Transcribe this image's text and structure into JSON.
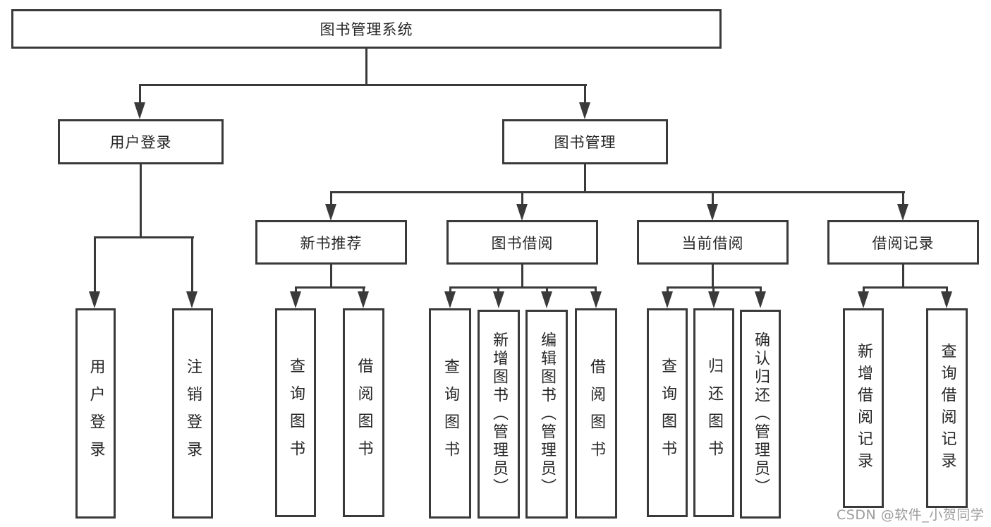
{
  "diagram": {
    "title": "图书管理系统",
    "nodes": {
      "root": "图书管理系统",
      "user_login": "用户登录",
      "book_management": "图书管理",
      "new_book_recommend": "新书推荐",
      "book_borrow": "图书借阅",
      "current_borrow": "当前借阅",
      "borrow_records": "借阅记录"
    },
    "leaves": {
      "user_login_group": [
        "用户登录",
        "注销登录"
      ],
      "new_book_group": [
        "查询图书",
        "借阅图书"
      ],
      "book_borrow_group": [
        "查询图书",
        "新增图书（管理员）",
        "编辑图书（管理员）",
        "借阅图书"
      ],
      "current_borrow_group": [
        "查询图书",
        "归还图书",
        "确认归还（管理员）"
      ],
      "records_group": [
        "新增借阅记录",
        "查询借阅记录"
      ]
    }
  },
  "watermark": {
    "text": "CSDN @软件_小贺同学"
  },
  "colors": {
    "line": "#3a3a3a",
    "box_border": "#3a3a3a",
    "text": "#262626",
    "watermark": "#9c9c9c",
    "background": "#ffffff"
  }
}
